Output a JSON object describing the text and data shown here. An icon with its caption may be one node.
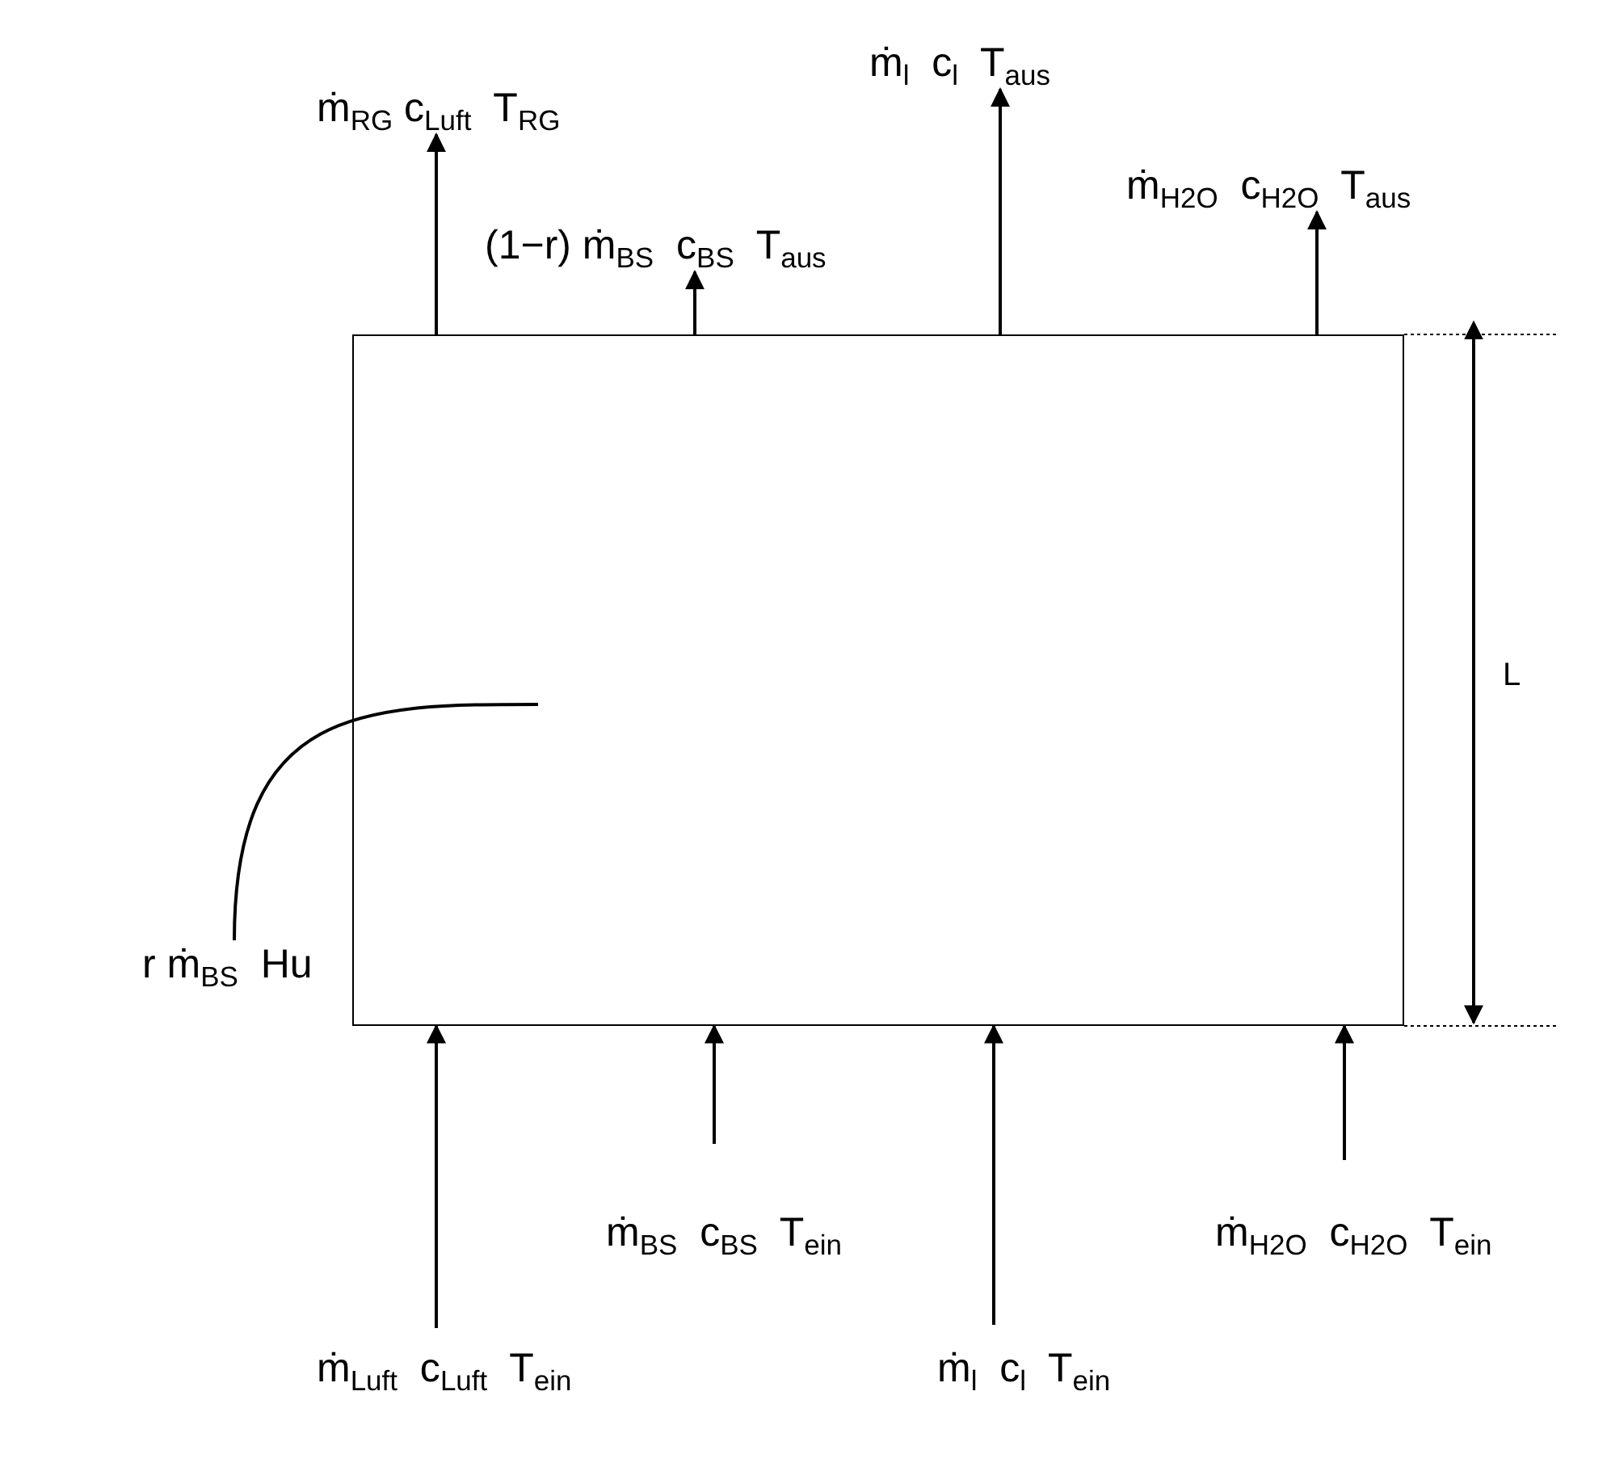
{
  "diagram": {
    "nodes": [
      {
        "text": [],
        "shape": "box"
      },
      {
        "text": [
          "ṁ$_{RG}$ c$_{Luft}$  T$_{RG}$"
        ]
      },
      {
        "text": [
          "(1−r) ṁ$_{BS}$  c$_{BS}$  T$_{aus}$"
        ]
      },
      {
        "text": [
          "ṁ$_{l}$  c$_{l}$  T$_{aus}$"
        ]
      },
      {
        "text": [
          "ṁ$_{H2O}$  c$_{H2O}$  T$_{aus}$"
        ]
      },
      {
        "text": [
          "ṁ$_{BS}$  c$_{BS}$  T$_{ein}$"
        ]
      },
      {
        "text": [
          "ṁ$_{H2O}$  c$_{H2O}$  T$_{ein}$"
        ]
      },
      {
        "text": [
          "ṁ$_{Luft}$  c$_{Luft}$  T$_{ein}$"
        ]
      },
      {
        "text": [
          "ṁ$_{l}$  c$_{l}$  T$_{ein}$"
        ]
      },
      {
        "text": [
          "r ṁ$_{BS}$  Hu"
        ]
      }
    ],
    "edges": [
      {
        "from": 0,
        "to": 1,
        "arrow": "to"
      },
      {
        "from": 0,
        "to": 2,
        "arrow": "to"
      },
      {
        "from": 0,
        "to": 3,
        "arrow": "to"
      },
      {
        "from": 0,
        "to": 4,
        "arrow": "to"
      },
      {
        "from": 7,
        "to": 0,
        "arrow": "to"
      },
      {
        "from": 5,
        "to": 0,
        "arrow": "to"
      },
      {
        "from": 8,
        "to": 0,
        "arrow": "to"
      },
      {
        "from": 6,
        "to": 0,
        "arrow": "to"
      },
      {
        "from": 9,
        "to": 0,
        "arrow": "none"
      }
    ],
    "labels": [
      "L"
    ]
  }
}
